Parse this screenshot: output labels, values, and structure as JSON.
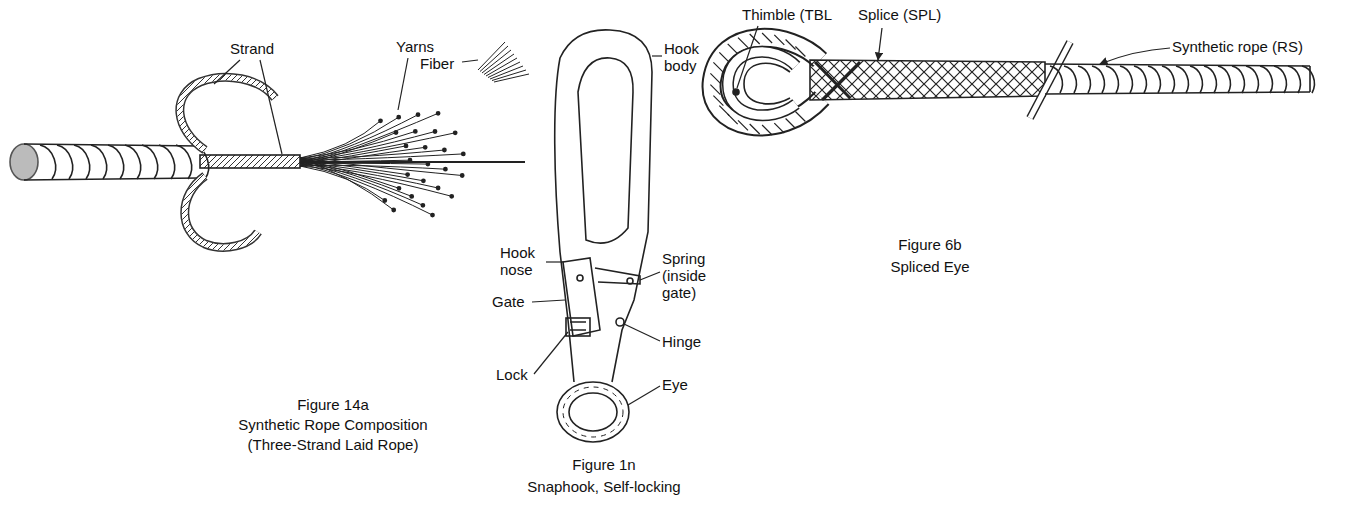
{
  "diagram": {
    "labels": [
      "Strand",
      "Yarns",
      "Fiber",
      "Figure 14a",
      "Synthetic Rope Composition",
      "(Three-Strand Laid Rope)",
      "Hook body",
      "Hook nose",
      "Gate",
      "Lock",
      "Spring (inside gate)",
      "Hinge",
      "Eye",
      "Figure 1n",
      "Snaphook, Self-locking",
      "Thimble (TBL",
      "Splice (SPL)",
      "Synthetic rope (RS)",
      "Figure 6b",
      "Spliced Eye"
    ]
  }
}
